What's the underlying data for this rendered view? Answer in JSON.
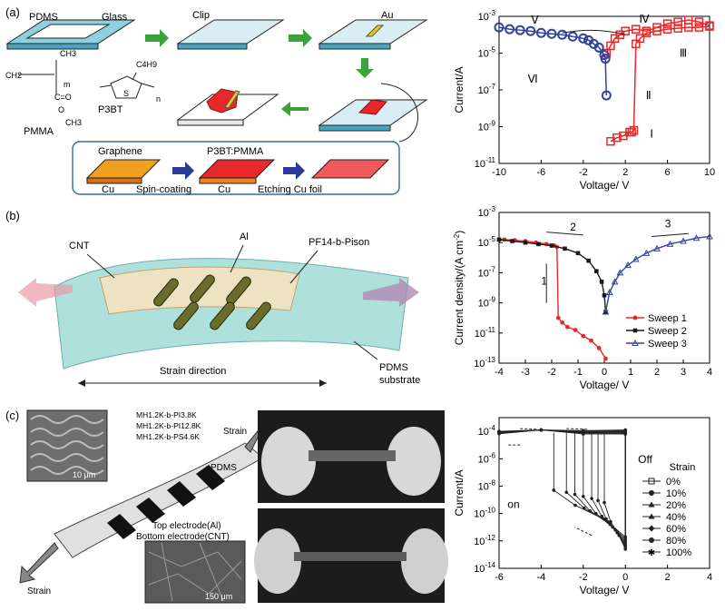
{
  "panels": {
    "a": {
      "label": "(a)",
      "schematic": {
        "pdms": "PDMS",
        "glass": "Glass",
        "clip": "Clip",
        "au": "Au",
        "pmma": "PMMA",
        "p3bt": "P3BT",
        "chem_ch3_top": "CH3",
        "chem_ch2": "CH2",
        "chem_m": "m",
        "chem_co": "C=O",
        "chem_o": "O",
        "chem_ch3_bottom": "CH3",
        "chem_c4h9": "C4H9",
        "chem_s": "S",
        "chem_n": "n",
        "graphene": "Graphene",
        "cu1": "Cu",
        "spin": "Spin-coating",
        "p3bt_pmma": "P3BT:PMMA",
        "cu2": "Cu",
        "etch": "Etching Cu foil"
      }
    },
    "b": {
      "label": "(b)",
      "schematic": {
        "cnt": "CNT",
        "al": "Al",
        "pf": "PF14-b-Pison",
        "strain": "Strain direction",
        "pdms": "PDMS",
        "substrate": "substrate"
      }
    },
    "c": {
      "label": "(c)",
      "schematic": {
        "m1": "MH1.2K-b-PI3.8K",
        "m2": "MH1.2K-b-PI12.8K",
        "m3": "MH1.2K-b-PS4.6K",
        "strain_top": "Strain",
        "pdms": "PDMS",
        "top_el": "Top electrode(Al)",
        "bottom_el": "Bottom electrode(CNT)",
        "strain_bottom": "Strain",
        "scale1": "10 μm",
        "scale2": "150 μm"
      }
    }
  },
  "chart_data": [
    {
      "type": "scatter",
      "xlabel": "Voltage/ V",
      "ylabel": "Current/A",
      "xlim": [
        -10,
        10
      ],
      "ylim_exp": [
        -11,
        -3
      ],
      "log_y": true,
      "xticks": [
        "-10",
        "-6",
        "-2",
        "2",
        "6",
        "10"
      ],
      "yticks": [
        "10-11",
        "10-9",
        "10-7",
        "10-5",
        "10-3"
      ],
      "annotations": [
        "Ⅰ",
        "Ⅱ",
        "Ⅲ",
        "Ⅳ",
        "Ⅴ",
        "Ⅵ"
      ],
      "series": [
        {
          "color": "#e8282b",
          "marker": "square",
          "x": [
            0.6,
            1.2,
            1.8,
            2.4,
            2.6,
            2.8,
            3.0,
            3.4,
            4,
            5,
            6,
            7,
            8,
            9,
            10
          ],
          "y_exp": [
            -9.8,
            -9.6,
            -9.5,
            -9.3,
            -9.3,
            -9.2,
            -4.5,
            -4.2,
            -3.9,
            -3.8,
            -3.7,
            -3.65,
            -3.6,
            -3.6,
            -3.55
          ]
        },
        {
          "color": "#e8282b",
          "marker": "square",
          "x": [
            10,
            9,
            8,
            7,
            6,
            5,
            4,
            3,
            2,
            1.5,
            1,
            0.6,
            0.2
          ],
          "y_exp": [
            -3.5,
            -3.3,
            -3.2,
            -3.3,
            -3.4,
            -3.6,
            -3.8,
            -3.7,
            -3.8,
            -4.0,
            -4.2,
            -4.6,
            -5.0
          ]
        },
        {
          "color": "#33449c",
          "marker": "circle",
          "x": [
            -10,
            -9,
            -8,
            -7,
            -6,
            -5,
            -4,
            -3,
            -2,
            -1.5,
            -1,
            -0.5,
            0,
            0.1,
            0.2
          ],
          "y_exp": [
            -3.6,
            -3.7,
            -3.75,
            -3.8,
            -3.9,
            -3.95,
            -4.0,
            -4.1,
            -4.2,
            -4.3,
            -4.5,
            -4.7,
            -5.1,
            -5.3,
            -7.3
          ]
        }
      ]
    },
    {
      "type": "line",
      "xlabel": "Voltage/ V",
      "ylabel": "Current density/(A cm-2)",
      "xlim": [
        -4,
        4
      ],
      "ylim_exp": [
        -13,
        -3
      ],
      "log_y": true,
      "xticks": [
        "-4",
        "-3",
        "-2",
        "-1",
        "0",
        "1",
        "2",
        "3",
        "4"
      ],
      "yticks": [
        "10-13",
        "10-11",
        "10-9",
        "10-7",
        "10-5",
        "10-3"
      ],
      "annotations": [
        "1",
        "2",
        "3"
      ],
      "legend": [
        "Sweep 1",
        "Sweep 2",
        "Sweep 3"
      ],
      "series": [
        {
          "name": "Sweep 1",
          "color": "#e8282b",
          "x": [
            0.05,
            -0.2,
            -0.5,
            -0.8,
            -1.1,
            -1.4,
            -1.6,
            -1.75,
            -1.8,
            -1.9,
            -2.2,
            -2.6,
            -3.0,
            -3.4,
            -3.8,
            -4
          ],
          "y_exp": [
            -12.7,
            -12.0,
            -11.5,
            -11.2,
            -10.8,
            -10.6,
            -10.3,
            -10.0,
            -5.3,
            -5.2,
            -5.1,
            -5.0,
            -4.9,
            -4.85,
            -4.8,
            -4.8
          ]
        },
        {
          "name": "Sweep 2",
          "color": "#1a1a1a",
          "x": [
            -4,
            -3.5,
            -3,
            -2.5,
            -2,
            -1.5,
            -1,
            -0.6,
            -0.3,
            -0.1,
            0,
            0.05
          ],
          "y_exp": [
            -4.8,
            -4.9,
            -5.0,
            -5.1,
            -5.2,
            -5.4,
            -5.7,
            -6.2,
            -6.9,
            -7.6,
            -8.5,
            -9.6
          ]
        },
        {
          "name": "Sweep 3",
          "color": "#33449c",
          "x": [
            0.05,
            0.2,
            0.4,
            0.6,
            0.9,
            1.2,
            1.6,
            2.0,
            2.5,
            3.0,
            3.5,
            4
          ],
          "y_exp": [
            -9.6,
            -8.3,
            -7.6,
            -7.0,
            -6.5,
            -6.1,
            -5.7,
            -5.4,
            -5.1,
            -4.9,
            -4.7,
            -4.6
          ]
        }
      ]
    },
    {
      "type": "line",
      "xlabel": "Voltage/ V",
      "ylabel": "Current/A",
      "xlim": [
        -6,
        4
      ],
      "ylim_exp": [
        -14,
        -3
      ],
      "log_y": true,
      "xticks": [
        "-6",
        "-4",
        "-2",
        "0",
        "2",
        "4"
      ],
      "yticks": [
        "10-14",
        "10-12",
        "10-10",
        "10-8",
        "10-6",
        "10-4"
      ],
      "annotations": [
        "Off",
        "on"
      ],
      "legend_title": "Strain",
      "legend": [
        "0%",
        "10%",
        "20%",
        "40%",
        "60%",
        "80%",
        "100%"
      ],
      "switch_voltages": [
        -1.0,
        -1.3,
        -1.6,
        -2.0,
        -2.4,
        -2.8,
        -3.4
      ]
    }
  ]
}
